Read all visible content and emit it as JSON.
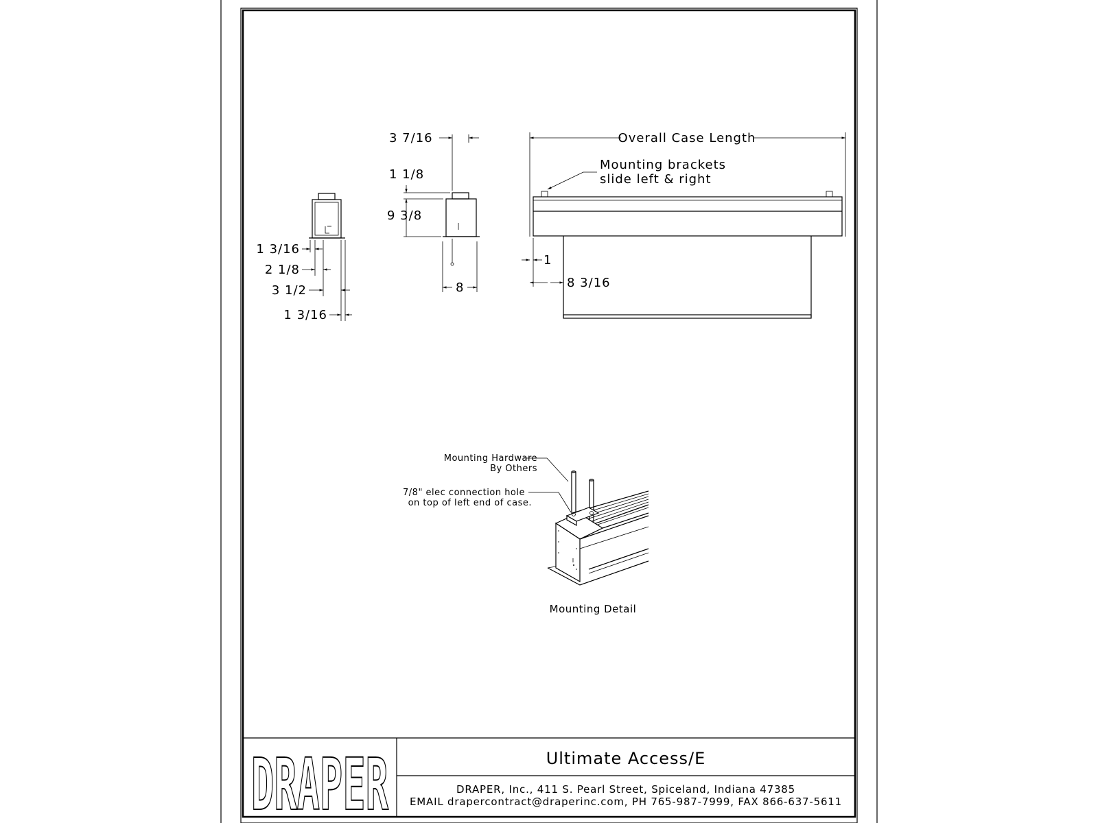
{
  "drawing": {
    "side_view": {
      "dims": [
        "1 3/16",
        "2 1/8",
        "3 1/2",
        "1 3/16"
      ]
    },
    "end_view": {
      "dims": [
        "3 7/16",
        "1 1/8",
        "9 3/8",
        "8"
      ]
    },
    "front_view": {
      "overall_label": "Overall Case Length",
      "bracket_note_line1": "Mounting brackets",
      "bracket_note_line2": "slide left & right",
      "dim_small": "1",
      "dim_large": "8 3/16"
    },
    "detail": {
      "hardware_line1": "Mounting Hardware",
      "hardware_line2": "By Others",
      "hole_line1": "7/8\" elec connection hole",
      "hole_line2": "on top of left end of case.",
      "caption": "Mounting Detail"
    }
  },
  "title_block": {
    "logo_text": "DRAPER",
    "product_name": "Ultimate Access/E",
    "address_line": "DRAPER, Inc., 411 S. Pearl Street, Spiceland, Indiana 47385",
    "contact_line": "EMAIL drapercontract@draperinc.com, PH 765-987-7999, FAX 866-637-5611"
  }
}
